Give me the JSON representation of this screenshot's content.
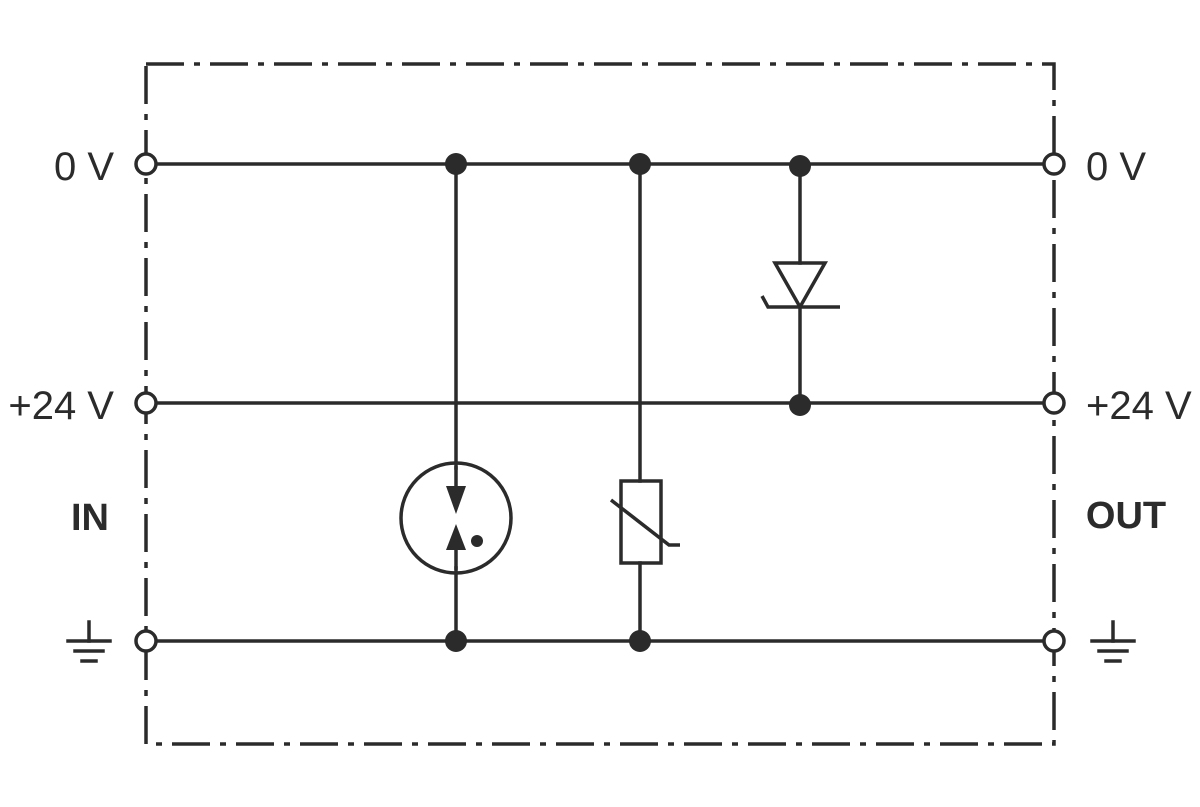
{
  "labels": {
    "in_0v": "0 V",
    "in_24v": "+24 V",
    "in_side": "IN",
    "out_0v": "0 V",
    "out_24v": "+24 V",
    "out_side": "OUT"
  },
  "components": [
    {
      "type": "gas-discharge-tube"
    },
    {
      "type": "varistor"
    },
    {
      "type": "suppressor-diode"
    }
  ],
  "colors": {
    "line": "#2b2b2b",
    "background": "#ffffff"
  }
}
